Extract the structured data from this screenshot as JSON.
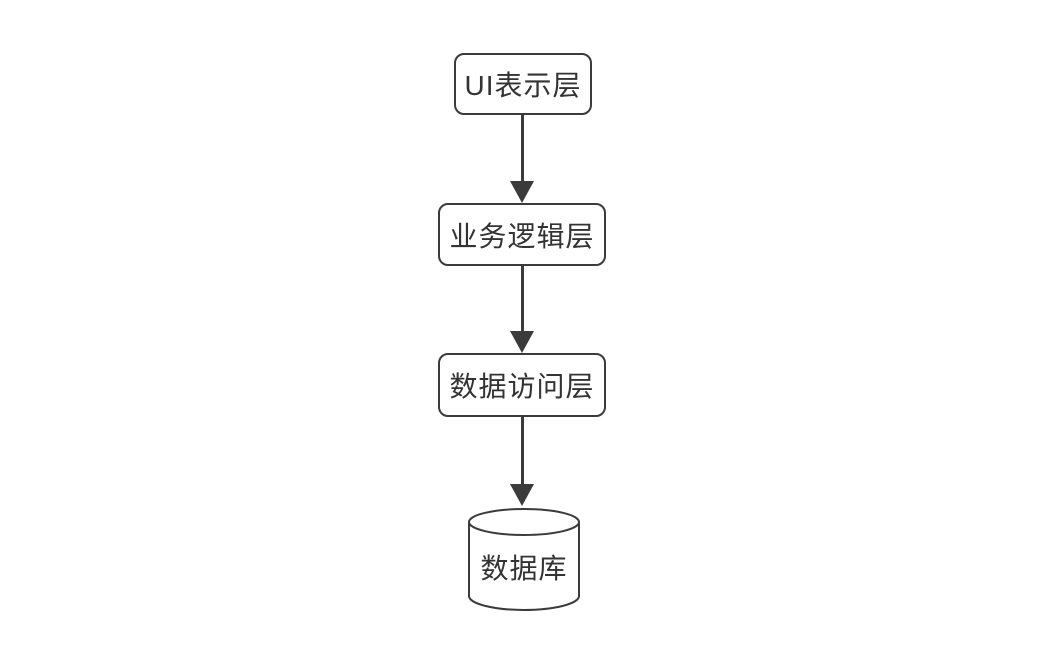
{
  "diagram": {
    "type": "flowchart",
    "orientation": "top-to-bottom",
    "colors": {
      "background": "#ffffff",
      "stroke": "#3b3b3b",
      "node_fill": "#ffffff",
      "text": "#333333"
    },
    "nodes": [
      {
        "id": "ui-layer",
        "label": "UI表示层",
        "shape": "rounded-rectangle"
      },
      {
        "id": "business-logic-layer",
        "label": "业务逻辑层",
        "shape": "rounded-rectangle"
      },
      {
        "id": "data-access-layer",
        "label": "数据访问层",
        "shape": "rounded-rectangle"
      },
      {
        "id": "database",
        "label": "数据库",
        "shape": "cylinder"
      }
    ],
    "edges": [
      {
        "from": "UI表示层",
        "to": "业务逻辑层",
        "type": "solid-arrow-down"
      },
      {
        "from": "业务逻辑层",
        "to": "数据访问层",
        "type": "solid-arrow-down"
      },
      {
        "from": "数据访问层",
        "to": "数据库",
        "type": "solid-arrow-down"
      }
    ]
  }
}
